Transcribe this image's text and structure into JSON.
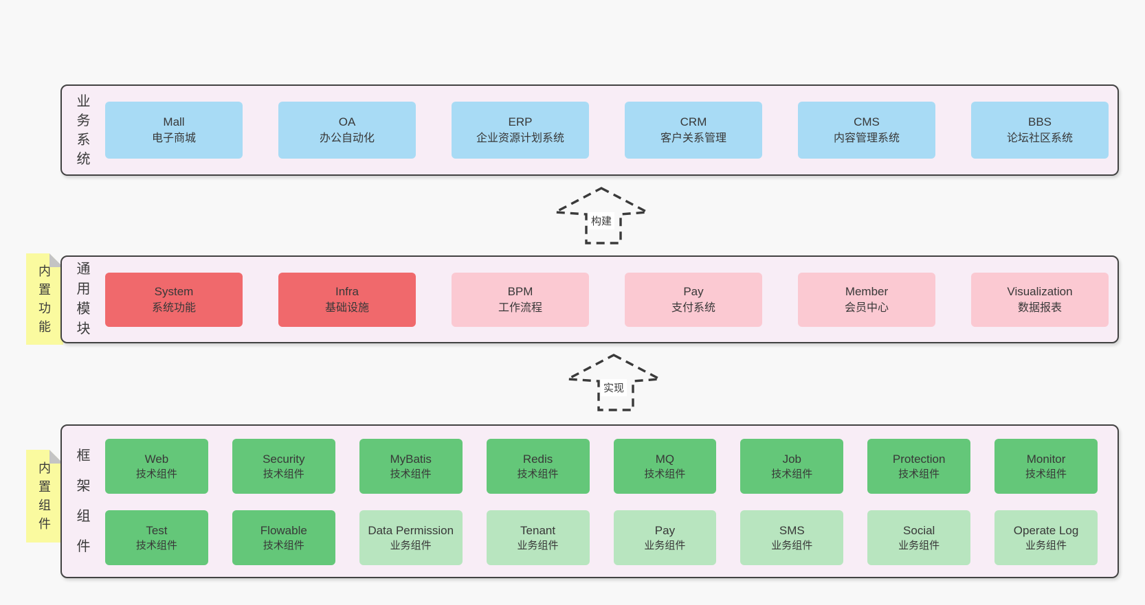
{
  "colors": {
    "page_bg": "#f8f8f8",
    "band_bg": "#f8edf6",
    "band_border": "#424242",
    "blue": "#a8dbf5",
    "red": "#f0696c",
    "pink": "#fbc9d2",
    "green": "#64c779",
    "light_green": "#b8e5bf",
    "sticky_yellow": "#fafa9f",
    "text": "#3a3a3a"
  },
  "arrows": [
    {
      "label": "构建"
    },
    {
      "label": "实现"
    }
  ],
  "sections": {
    "business": {
      "label": "业务系统",
      "items": [
        {
          "name": "Mall",
          "desc": "电子商城",
          "variant": "blue"
        },
        {
          "name": "OA",
          "desc": "办公自动化",
          "variant": "blue"
        },
        {
          "name": "ERP",
          "desc": "企业资源计划系统",
          "variant": "blue"
        },
        {
          "name": "CRM",
          "desc": "客户关系管理",
          "variant": "blue"
        },
        {
          "name": "CMS",
          "desc": "内容管理系统",
          "variant": "blue"
        },
        {
          "name": "BBS",
          "desc": "论坛社区系统",
          "variant": "blue"
        }
      ]
    },
    "modules": {
      "label": "通用模块",
      "sticky": "内置功能",
      "items": [
        {
          "name": "System",
          "desc": "系统功能",
          "variant": "red"
        },
        {
          "name": "Infra",
          "desc": "基础设施",
          "variant": "red"
        },
        {
          "name": "BPM",
          "desc": "工作流程",
          "variant": "pink"
        },
        {
          "name": "Pay",
          "desc": "支付系统",
          "variant": "pink"
        },
        {
          "name": "Member",
          "desc": "会员中心",
          "variant": "pink"
        },
        {
          "name": "Visualization",
          "desc": "数据报表",
          "variant": "pink"
        }
      ]
    },
    "components": {
      "label": "框架组件",
      "sticky": "内置组件",
      "row1": [
        {
          "name": "Web",
          "desc": "技术组件",
          "variant": "green"
        },
        {
          "name": "Security",
          "desc": "技术组件",
          "variant": "green"
        },
        {
          "name": "MyBatis",
          "desc": "技术组件",
          "variant": "green"
        },
        {
          "name": "Redis",
          "desc": "技术组件",
          "variant": "green"
        },
        {
          "name": "MQ",
          "desc": "技术组件",
          "variant": "green"
        },
        {
          "name": "Job",
          "desc": "技术组件",
          "variant": "green"
        },
        {
          "name": "Protection",
          "desc": "技术组件",
          "variant": "green"
        },
        {
          "name": "Monitor",
          "desc": "技术组件",
          "variant": "green"
        }
      ],
      "row2": [
        {
          "name": "Test",
          "desc": "技术组件",
          "variant": "green"
        },
        {
          "name": "Flowable",
          "desc": "技术组件",
          "variant": "green"
        },
        {
          "name": "Data Permission",
          "desc": "业务组件",
          "variant": "lightgreen"
        },
        {
          "name": "Tenant",
          "desc": "业务组件",
          "variant": "lightgreen"
        },
        {
          "name": "Pay",
          "desc": "业务组件",
          "variant": "lightgreen"
        },
        {
          "name": "SMS",
          "desc": "业务组件",
          "variant": "lightgreen"
        },
        {
          "name": "Social",
          "desc": "业务组件",
          "variant": "lightgreen"
        },
        {
          "name": "Operate Log",
          "desc": "业务组件",
          "variant": "lightgreen"
        }
      ]
    }
  }
}
